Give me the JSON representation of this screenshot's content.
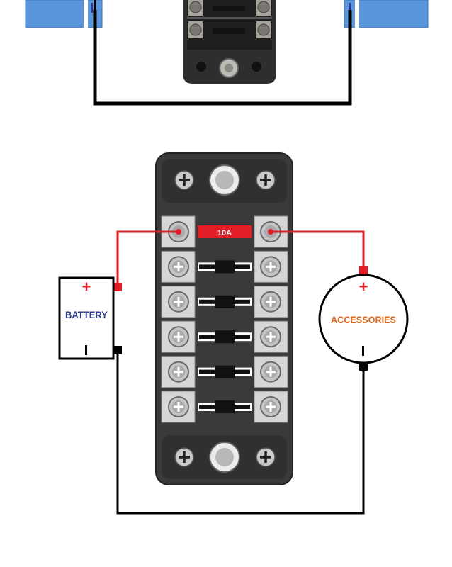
{
  "diagram": {
    "battery": {
      "label": "BATTERY",
      "positive": "+",
      "negative": "-"
    },
    "accessories": {
      "label": "ACCESSORIES",
      "positive": "+",
      "negative": "-"
    },
    "fuses": [
      {
        "label": "10A",
        "installed": true
      },
      {
        "label": "",
        "installed": false
      },
      {
        "label": "",
        "installed": false
      },
      {
        "label": "",
        "installed": false
      },
      {
        "label": "",
        "installed": false
      },
      {
        "label": "",
        "installed": false
      }
    ]
  },
  "colors": {
    "wire_positive": "#e21d25",
    "wire_negative": "#000000",
    "fuse_block": "#3a3a3a",
    "fuse_block_dark": "#2a2a2a",
    "terminal_plate": "#d6d6d6",
    "fuse_red": "#e21d25",
    "battery_label": "#2b3a8f",
    "accessories_label": "#d9681e",
    "top_tab_blue": "#5a96dc"
  },
  "icons": {
    "screw": "screw-icon",
    "bolt": "mounting-bolt-icon"
  }
}
